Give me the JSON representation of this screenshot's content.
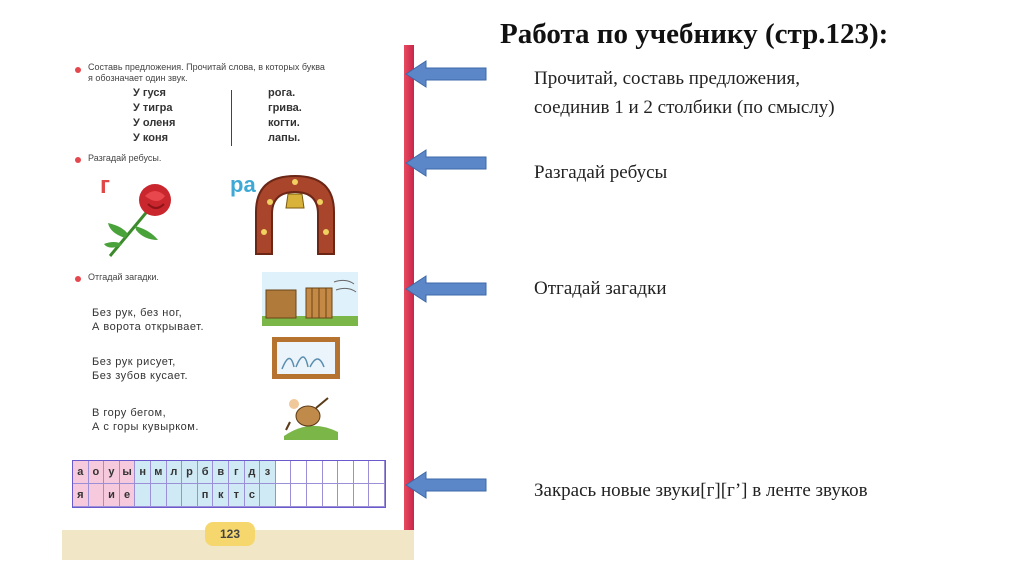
{
  "header": {
    "title": "Работа по учебнику (стр.123):"
  },
  "tasks": [
    {
      "text_line1": "Прочитай, составь предложения,",
      "text_line2": "соединив 1 и 2 столбики (по смыслу)"
    },
    {
      "text_line1": "Разгадай ребусы"
    },
    {
      "text_line1": "Отгадай загадки"
    },
    {
      "text_line1": "Закрась новые звуки[г][г’] в ленте звуков"
    }
  ],
  "textbook": {
    "section1": {
      "instruction_line1": "Составь предложения. Прочитай слова, в которых буква",
      "instruction_line2": "я обозначает один звук.",
      "left_words": [
        "У гуся",
        "У тигра",
        "У оленя",
        "У коня"
      ],
      "right_words": [
        "рога.",
        "грива.",
        "когти.",
        "лапы."
      ]
    },
    "section2": {
      "instruction": "Разгадай ребусы.",
      "rebus1_letter": "г",
      "rebus2_letters": "ра"
    },
    "section3": {
      "instruction": "Отгадай загадки.",
      "riddles": [
        {
          "line1": "Без рук, без ног,",
          "line2": "А ворота открывает."
        },
        {
          "line1": "Без рук рисует,",
          "line2": "Без зубов кусает."
        },
        {
          "line1": "В гору бегом,",
          "line2": "А с горы кувырком."
        }
      ]
    },
    "sound_tape": {
      "row1": [
        "а",
        "о",
        "у",
        "ы",
        "н",
        "м",
        "л",
        "р",
        "б",
        "в",
        "г",
        "д",
        "з",
        "",
        "",
        "",
        "",
        "",
        "",
        ""
      ],
      "row2": [
        "я",
        "",
        "и",
        "е",
        "",
        "",
        "",
        "",
        "п",
        "к",
        "т",
        "с",
        "",
        "",
        "",
        "",
        "",
        "",
        "",
        ""
      ],
      "row1_colors": [
        "pink",
        "pink",
        "pink",
        "pink",
        "blue",
        "blue",
        "blue",
        "blue",
        "blue",
        "blue",
        "blue",
        "blue",
        "blue",
        "empty",
        "empty",
        "empty",
        "empty",
        "empty",
        "empty",
        "empty"
      ],
      "row2_colors": [
        "pink",
        "pink",
        "pink",
        "pink",
        "blue",
        "blue",
        "blue",
        "blue",
        "blue",
        "blue",
        "blue",
        "blue",
        "blue",
        "empty",
        "empty",
        "empty",
        "empty",
        "empty",
        "empty",
        "empty"
      ]
    },
    "page_number": "123"
  },
  "colors": {
    "arrow": "#5b86c7",
    "bullet": "#e4474d",
    "page_edge": "#d8364f"
  }
}
